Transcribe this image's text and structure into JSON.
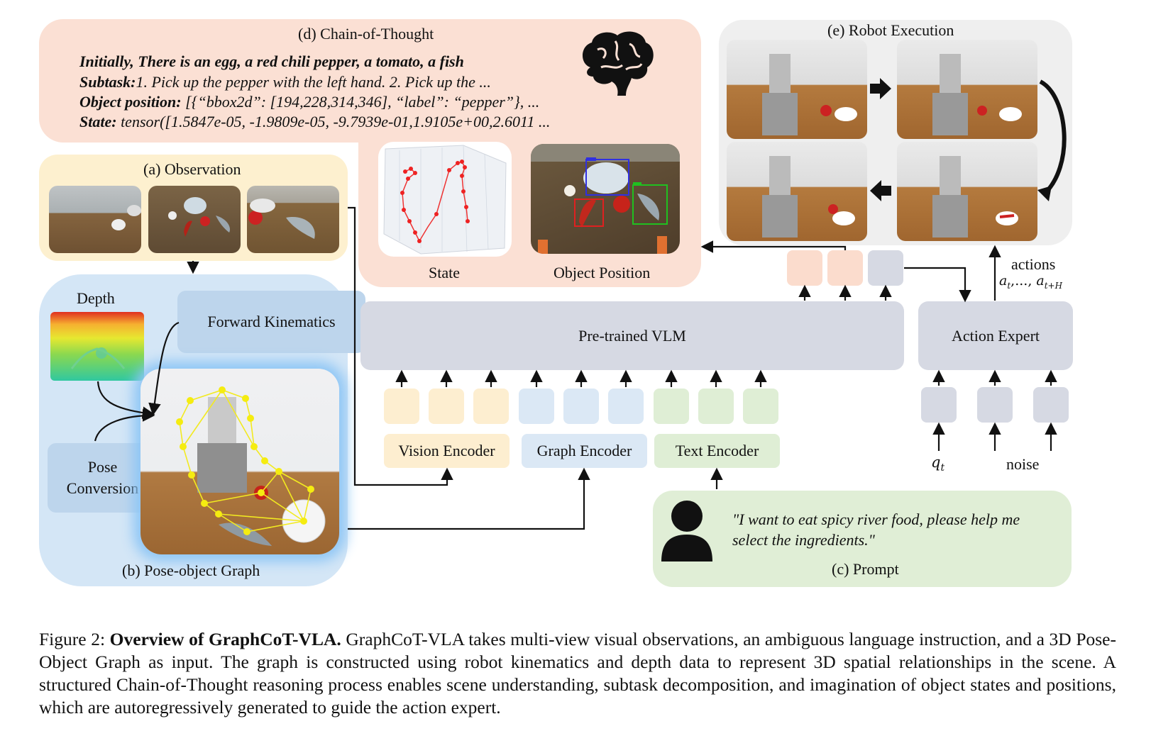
{
  "chain_of_thought": {
    "title": "(d) Chain-of-Thought",
    "line1": "Initially, There is an egg, a red chili pepper, a tomato, a fish",
    "line2_label": "Subtask:",
    "line2_text": "1. Pick up the pepper with the left hand. 2. Pick up the ...",
    "line3_label": "Object position:",
    "line3_text": " [{“bbox2d”: [194,228,314,346], “label”: “pepper”}, ...",
    "line4_label": "State:",
    "line4_text": " tensor([1.5847e-05, -1.9809e-05, -9.7939e-01,1.9105e+00,2.6011 ...",
    "state_label": "State",
    "object_position_label": "Object Position"
  },
  "robot_execution": {
    "title": "(e) Robot Execution",
    "actions_label": "actions",
    "actions_math": "a",
    "actions_sub_start": "t",
    "actions_sep": ",..., ",
    "actions_sub_end": "t+H"
  },
  "observation": {
    "title": "(a) Observation"
  },
  "pose_graph": {
    "title": "(b) Pose-object Graph",
    "depth_label": "Depth",
    "forward_kinematics": "Forward Kinematics",
    "pose_conversion": "Pose Conversion"
  },
  "model": {
    "vlm": "Pre-trained VLM",
    "action_expert": "Action Expert",
    "vision_encoder": "Vision Encoder",
    "graph_encoder": "Graph Encoder",
    "text_encoder": "Text Encoder",
    "q_symbol": "q",
    "q_sub": "t",
    "noise_label": "noise"
  },
  "prompt": {
    "text": "\"I want to eat spicy river food, please help me select the ingredients.\"",
    "title": "(c) Prompt"
  },
  "caption": {
    "prefix": "Figure 2: ",
    "bold": "Overview of GraphCoT-VLA.",
    "body": " GraphCoT-VLA takes multi-view visual observations, an ambiguous language instruction, and a 3D Pose-Object Graph as input. The graph is constructed using robot kinematics and depth data to represent 3D spatial relationships in the scene. A structured Chain-of-Thought reasoning process enables scene understanding, subtask decomposition, and imagination of object states and positions, which are autoregressively generated to guide the action expert."
  },
  "colors": {
    "cot_bg": "#fbe0d4",
    "obs_bg": "#fdf0cf",
    "graph_bg": "#d4e6f6",
    "prompt_bg": "#e0eed6",
    "exec_bg": "#efefef",
    "vlm_gray": "#d6d9e3",
    "vision_token": "#fdeed0",
    "graph_token": "#dbe8f5",
    "text_token": "#dfeed5",
    "cot_token": "#fbdccd"
  },
  "icons": [
    "brain-icon",
    "person-icon",
    "arrow-right-icon",
    "arrow-left-icon",
    "arrow-down-curve-icon"
  ]
}
